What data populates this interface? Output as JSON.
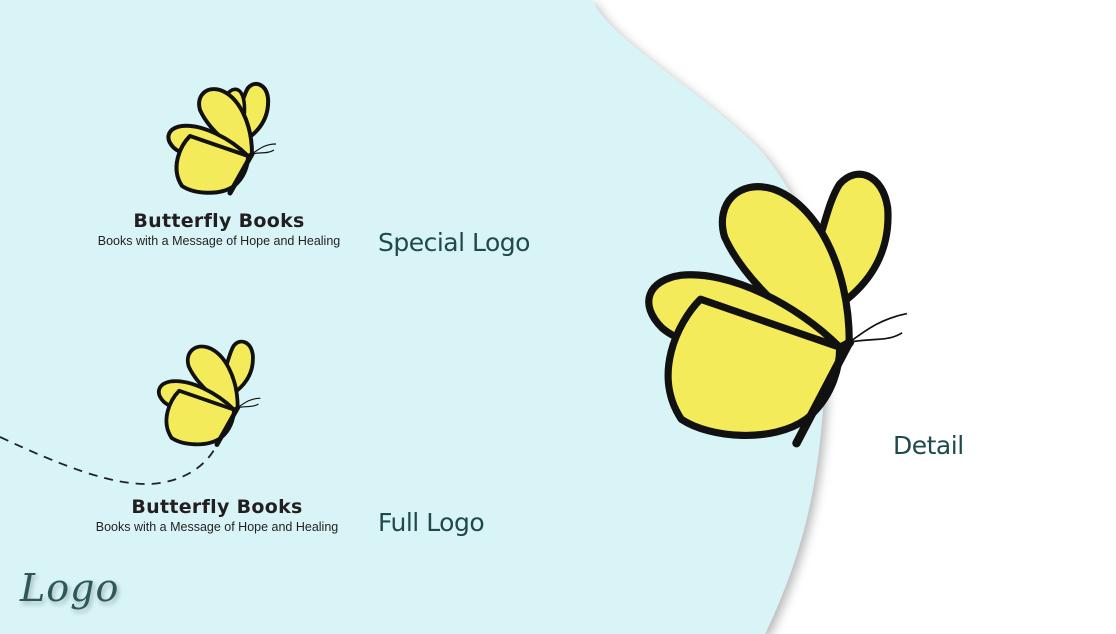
{
  "special_logo": {
    "brand_name": "Butterfly Books",
    "tagline": "Books with a Message of Hope and Healing",
    "label": "Special Logo"
  },
  "full_logo": {
    "brand_name": "Butterfly Books",
    "tagline": "Books with a Message of Hope and Healing",
    "label": "Full Logo"
  },
  "detail": {
    "label": "Detail"
  },
  "section_title": "Logo",
  "colors": {
    "background_panel": "#d8f4f6",
    "wing_fill": "#f3eb5a",
    "outline": "#111111",
    "label_text": "#1f4a4c"
  }
}
